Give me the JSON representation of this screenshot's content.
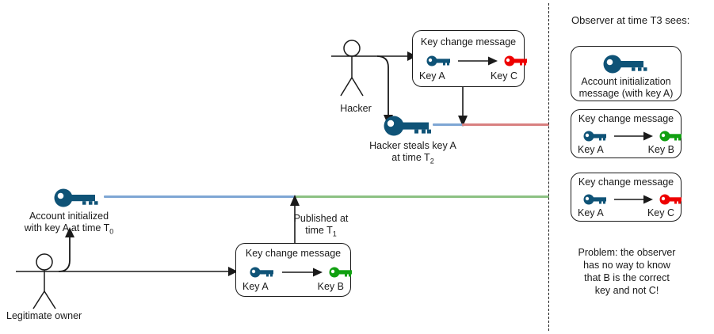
{
  "colors": {
    "key_blue": "#0f5377",
    "key_green": "#11a011",
    "key_red": "#ee0000",
    "line_blue": "#7ea6d4",
    "line_green": "#8cc183",
    "line_red": "#d98080",
    "ink": "#1a1a1a"
  },
  "left_scene": {
    "hacker": {
      "actor_label": "Hacker",
      "message_box": {
        "title": "Key change message",
        "from_key_label": "Key A",
        "from_key_color": "key_blue",
        "to_key_label": "Key C",
        "to_key_color": "key_red"
      },
      "steal_caption_line1": "Hacker steals key A",
      "steal_caption_line2": "at time T",
      "steal_caption_sub": "2"
    },
    "owner": {
      "actor_label": "Legitimate owner",
      "init_caption_line1": "Account initialized",
      "init_caption_line2": "with key A at time T",
      "init_caption_sub": "0",
      "message_box": {
        "title": "Key change message",
        "from_key_label": "Key A",
        "from_key_color": "key_blue",
        "to_key_label": "Key B",
        "to_key_color": "key_green"
      },
      "publish_caption_line1": "Published at",
      "publish_caption_line2": "time T",
      "publish_caption_sub": "1"
    }
  },
  "right_panel": {
    "title": "Observer at time T3 sees:",
    "cards": [
      {
        "kind": "single-key",
        "key_color": "key_blue",
        "caption_line1": "Account initialization",
        "caption_line2": "message (with key A)"
      },
      {
        "kind": "key-change",
        "title": "Key change message",
        "from_key_label": "Key A",
        "from_key_color": "key_blue",
        "to_key_label": "Key B",
        "to_key_color": "key_green"
      },
      {
        "kind": "key-change",
        "title": "Key change message",
        "from_key_label": "Key A",
        "from_key_color": "key_blue",
        "to_key_label": "Key C",
        "to_key_color": "key_red"
      }
    ],
    "note_line1": "Problem: the observer",
    "note_line2": "has no way to know",
    "note_line3": "that B is the correct",
    "note_line4": "key and not C!"
  }
}
